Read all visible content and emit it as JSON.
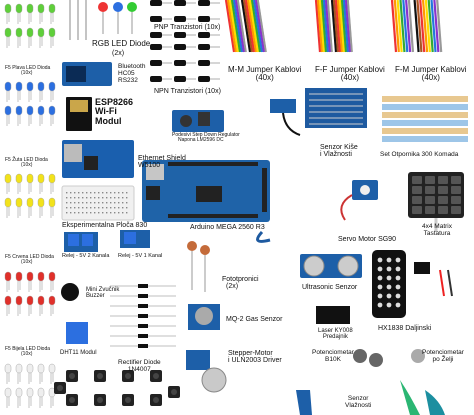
{
  "labels": {
    "rgb_led": "RGB LED Diode",
    "rgb_led_qty": "(2x)",
    "bluetooth": "Bluetooth",
    "bluetooth_model": "HC05",
    "bluetooth_bus": "RS232",
    "pnp": "PNP Tranzistori (10x)",
    "npn": "NPN Tranzistori (10x)",
    "mm_jumper": "M-M Jumper Kablovi",
    "mm_qty": "(40x)",
    "ff_jumper": "F-F Jumper Kablovi",
    "ff_qty": "(40x)",
    "fm_jumper": "F-M Jumper Kablovi",
    "fm_qty": "(40x)",
    "led_blue": "F5 Plava LED Dioda",
    "led_blue_qty": "(10x)",
    "esp_1": "ESP8266",
    "esp_2": "Wi-Fi",
    "esp_3": "Modul",
    "stepdown_1": "Podesivi Step Down Regulator",
    "stepdown_2": "Napona LM2596 DC",
    "rain_1": "Senzor Kiše",
    "rain_2": "i Vlažnosti",
    "resistors": "Set Otpornika 300 Komada",
    "led_yellow": "F5 Žuta LED Dioda",
    "led_yellow_qty": "(10x)",
    "ethernet_1": "Ethernet Shield",
    "ethernet_2": "W5100",
    "breadboard": "Eksperimentalna Ploča 830",
    "mega": "Arduino MEGA 2560 R3",
    "servo": "Servo Motor SG90",
    "keypad_1": "4x4 Matrix",
    "keypad_2": "Tastatura",
    "led_red": "F5 Crvena LED Dioda",
    "led_red_qty": "(10x)",
    "relay2": "Relej - 5V 2 Kanala",
    "relay1": "Relej - 5V 1 Kanal",
    "photo_1": "Fototpronici",
    "photo_2": "(2x)",
    "ultrasonic": "Ultrasonic Senzor",
    "buzzer_1": "Mini Zvučnik",
    "buzzer_2": "Buzzer",
    "mq2": "MQ-2 Gas Senzor",
    "laser_1": "Laser KY008",
    "laser_2": "Predajnik",
    "ir": "HX1838 Daljinski",
    "led_white": "F5 Bijela LED Dioda",
    "led_white_qty": "(10x)",
    "dht": "DHT11 Modul",
    "rectifier_1": "Rectifier Diode",
    "rectifier_2": "1N4007",
    "stepper_1": "Stepper-Motor",
    "stepper_2": "i ULN2003 Driver",
    "pot1_1": "Potenciometar",
    "pot1_2": "B10K",
    "pot2_1": "Potenciometar",
    "pot2_2": "po Želji",
    "soil_1": "Senzor",
    "soil_2": "Vlažnosti"
  },
  "colors": {
    "led_green": "#5fcf3a",
    "led_blue": "#2c6fe0",
    "led_yellow": "#f2e21b",
    "led_red": "#e0302a",
    "led_white": "#eeeeee",
    "board_blue": "#1d5fa8",
    "board_dark": "#1b1b1b",
    "logo_green": "#2bb673",
    "logo_teal": "#1c8fa0"
  }
}
